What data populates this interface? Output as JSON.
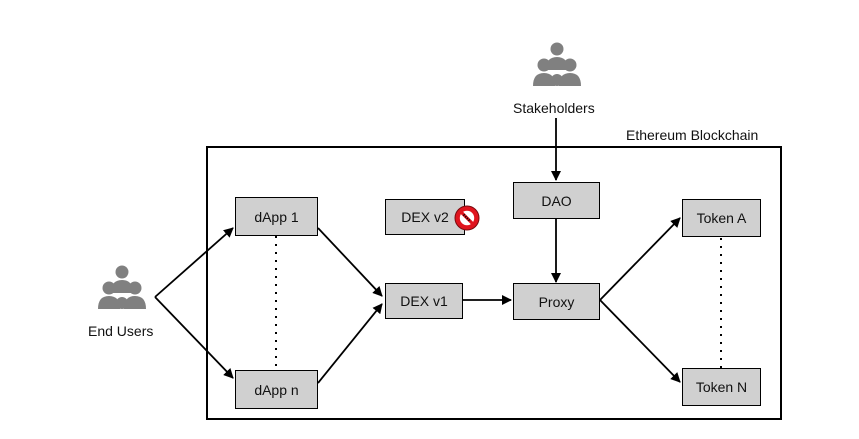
{
  "boundary": {
    "label": "Ethereum Blockchain"
  },
  "actors": {
    "stakeholders": {
      "label": "Stakeholders",
      "icon": "people-group-icon"
    },
    "end_users": {
      "label": "End Users",
      "icon": "people-group-icon"
    }
  },
  "nodes": {
    "dapp1": "dApp 1",
    "dappn": "dApp n",
    "dexv2": "DEX v2",
    "dexv1": "DEX v1",
    "dao": "DAO",
    "proxy": "Proxy",
    "tokena": "Token A",
    "tokenn": "Token N"
  },
  "markers": {
    "dexv2_status_icon": "no-entry-icon"
  },
  "colors": {
    "box_fill": "#d0d0d0",
    "people_fill": "#808080",
    "no_entry_red": "#e0141e"
  }
}
